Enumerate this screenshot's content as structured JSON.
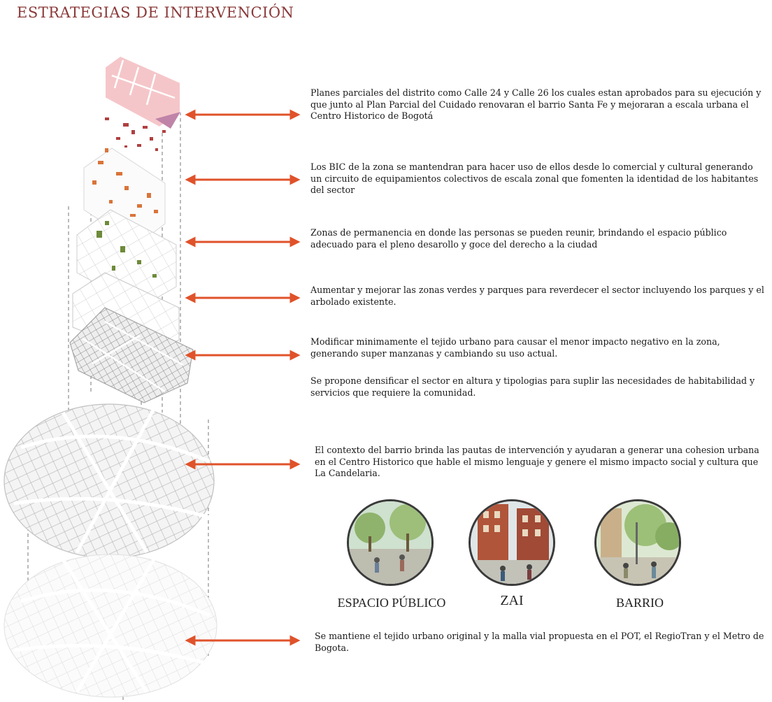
{
  "title": "ESTRATEGIAS DE INTERVENCIÓN",
  "strategies": [
    {
      "text": "Planes parciales del distrito como Calle 24 y Calle 26 los cuales estan aprobados para su ejecución y que junto al Plan Parcial del Cuidado renovaran el barrio Santa Fe y mejoraran a escala urbana el Centro Historico de Bogotá"
    },
    {
      "text": "Los BIC de la zona se mantendran para hacer uso de ellos desde lo comercial y cultural generando un circuito de equipamientos colectivos de escala zonal que fomenten la identidad de los habitantes del sector"
    },
    {
      "text": "Zonas de permanencia en donde las personas se pueden reunir, brindando el espacio público adecuado para el pleno desarollo y goce del derecho a la ciudad"
    },
    {
      "text": "Aumentar y mejorar las zonas verdes y parques para reverdecer el sector incluyendo los parques  y el arbolado existente."
    },
    {
      "text": "Modificar minimamente el tejido urbano para causar el menor impacto negativo en la zona, generando super manzanas y cambiando su uso actual."
    },
    {
      "text": "Se propone densificar el sector en altura y tipologias para suplir las necesidades de habitabilidad y servicios que requiere la comunidad."
    },
    {
      "text": "El contexto del barrio brinda las pautas de intervención y ayudaran a generar una cohesion urbana en el Centro Historico que hable el mismo lenguaje y genere el mismo impacto social y cultura que La Candelaria."
    },
    {
      "text": "Se mantiene el tejido urbano original y la malla vial propuesta en el POT, el RegioTran y el Metro de Bogota."
    }
  ],
  "photos": [
    {
      "label": "ESPACIO PÚBLICO"
    },
    {
      "label": "ZAI"
    },
    {
      "label": "BARRIO"
    }
  ],
  "colors": {
    "title": "#8b3a3a",
    "arrow": "#e0522a",
    "layer_pink": "#f5c6c9",
    "layer_orange": "#d9743a",
    "layer_green": "#6e8a3a",
    "layer_red": "#b04040"
  }
}
